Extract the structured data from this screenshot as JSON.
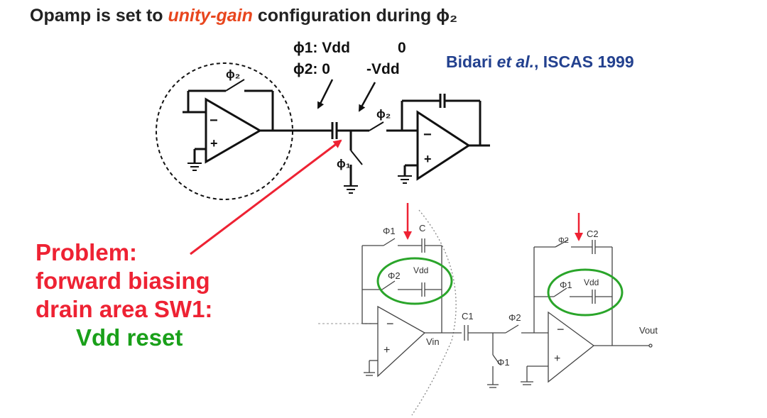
{
  "title": {
    "prefix": "Opamp is set to ",
    "highlight": "unity-gain",
    "suffix": " configuration during ϕ₂"
  },
  "phases": {
    "line1_label": "ϕ1: Vdd",
    "line1_value": "0",
    "line2_label": "ϕ2: 0",
    "line2_value": "-Vdd"
  },
  "citation": {
    "authors": "Bidari ",
    "etal": "et al.",
    "venue": ", ISCAS 1999"
  },
  "problem": {
    "line1": "Problem:",
    "line2": "forward biasing",
    "line3": "drain area SW1:",
    "line4": "Vdd reset"
  },
  "top_circuit": {
    "phi2_feedback": "ϕ₂",
    "phi2_series": "ϕ₂",
    "phi1_shunt": "ϕ₁",
    "minus": "−",
    "plus": "+"
  },
  "bottom_circuit": {
    "phi1_left": "Φ1",
    "c_left": "C",
    "phi2_left": "Φ2",
    "vdd_left": "Vdd",
    "vin": "Vin",
    "c1": "C1",
    "phi2_series": "Φ2",
    "phi1_shunt": "Φ1",
    "phi2_right": "Φ2",
    "c2": "C2",
    "phi1_right": "Φ1",
    "vdd_right": "Vdd",
    "vout": "Vout",
    "minus": "−",
    "plus": "+"
  },
  "colors": {
    "title_highlight": "#e8461e",
    "citation": "#23418f",
    "problem": "#ee2233",
    "reset": "#1aa01a",
    "arrow": "#ee2233",
    "circle": "#2aa52a"
  }
}
